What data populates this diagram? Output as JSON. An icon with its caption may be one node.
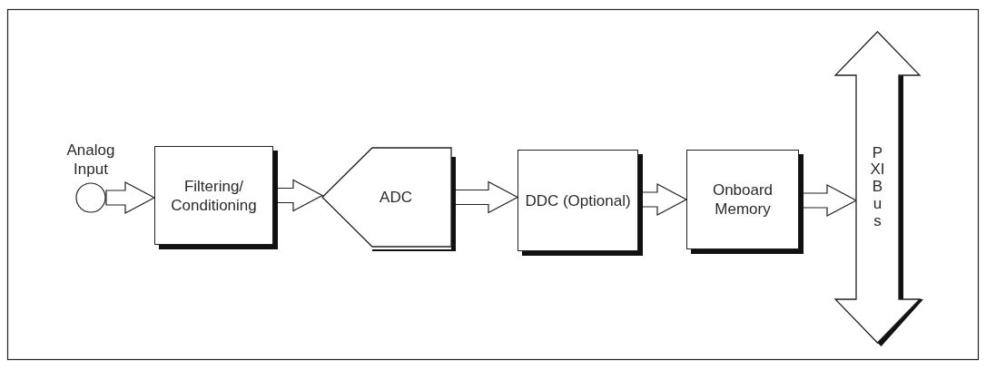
{
  "diagram": {
    "nodes": [
      {
        "text": [],
        "shape": "circle",
        "beside": [
          "Analog Input"
        ]
      },
      {
        "text": [
          "Filtering/ Conditioning"
        ]
      },
      {
        "text": [
          "ADC"
        ]
      },
      {
        "text": [
          "DDC (Optional)"
        ]
      },
      {
        "text": [
          "Onboard Memory"
        ]
      },
      {
        "text": [
          "PXI Bus"
        ]
      }
    ],
    "edges": [
      {
        "from": 0,
        "to": 1,
        "arrow": "to"
      },
      {
        "from": 1,
        "to": 2,
        "arrow": "to"
      },
      {
        "from": 2,
        "to": 3,
        "arrow": "to"
      },
      {
        "from": 3,
        "to": 4,
        "arrow": "to"
      },
      {
        "from": 4,
        "to": 5,
        "arrow": "to"
      }
    ]
  }
}
